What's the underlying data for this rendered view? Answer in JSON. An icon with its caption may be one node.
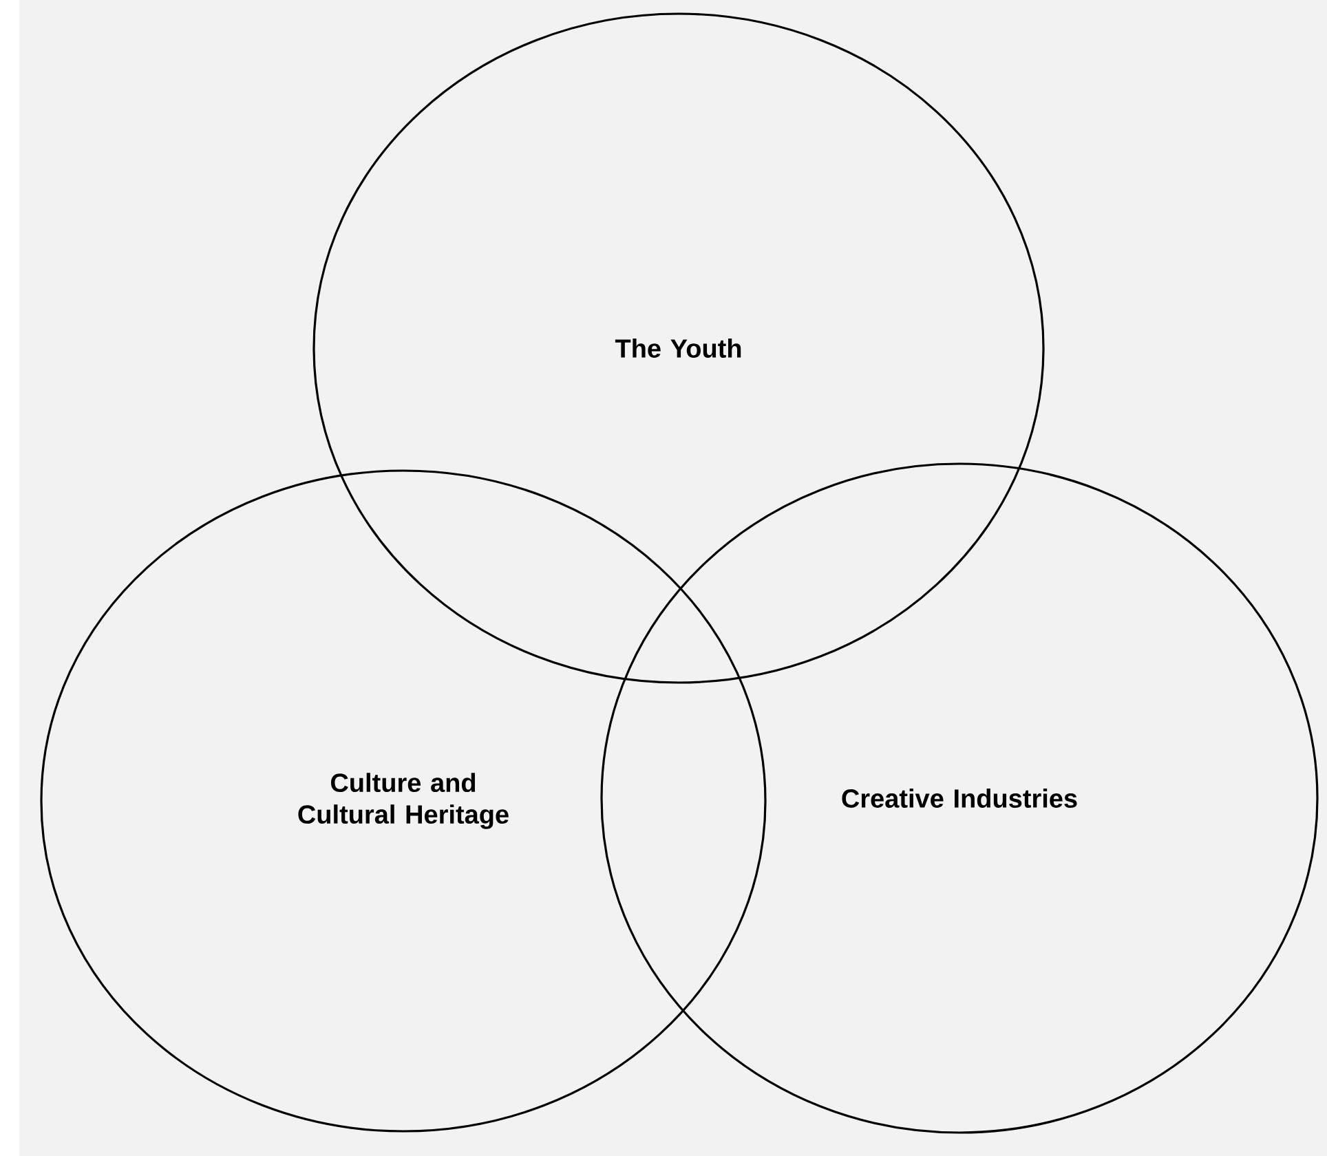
{
  "diagram": {
    "nodes": [
      {
        "text": [
          "The Youth"
        ]
      },
      {
        "text": [
          "Culture and Cultural Heritage"
        ]
      },
      {
        "text": [
          "Creative Industries"
        ]
      }
    ]
  }
}
